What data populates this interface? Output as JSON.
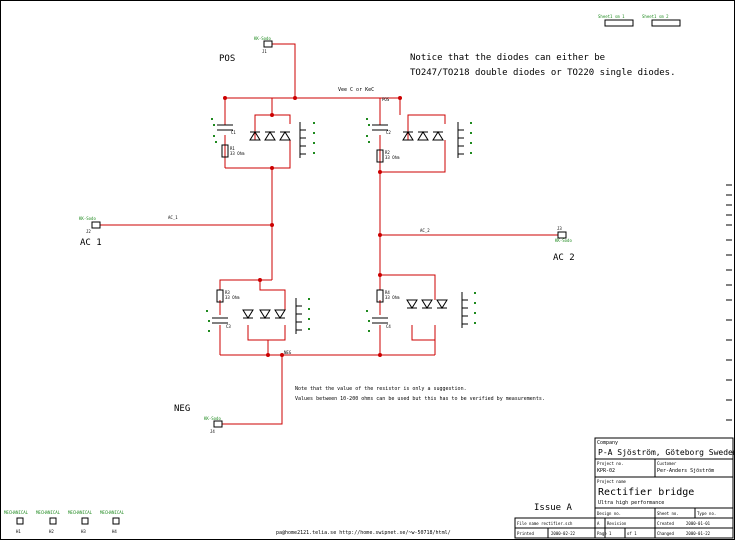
{
  "labels": {
    "pos": "POS",
    "neg": "NEG",
    "ac1": "AC 1",
    "ac2": "AC 2",
    "net_top": "Vee C or KeC",
    "net_ac1": "AC_1",
    "net_ac2": "AC_2",
    "net_neg": "NEG",
    "net_pos": "POS"
  },
  "notes": {
    "diodes_line1": "Notice that the diodes can either be",
    "diodes_line2": "TO247/TO218 double diodes or TO220 single diodes.",
    "resistor_line1": "Note that the value of the resistor is only a suggestion.",
    "resistor_line2": "Values between 10-200 ohms can be used but this has to be verified by measurements."
  },
  "components": {
    "c1": "C1",
    "c2": "C2",
    "c3": "C3",
    "c4": "C4",
    "r1": "R1",
    "r2": "R2",
    "r3": "R3",
    "r4": "R4",
    "rval": "33 Ohm",
    "conn": "KK-Sodo",
    "j1": "J1",
    "j2": "J2",
    "j3": "J3",
    "j4": "J4",
    "h_label": "MECHANICAL",
    "h1": "H1",
    "h2": "H2",
    "h3": "H3",
    "h4": "H4",
    "sheet_top1": "Sheet1 sm 1",
    "sheet_top2": "Sheet1 sm 2"
  },
  "footer": {
    "url": "pa@home2121.telia.se  http://home.swipnet.se/~w-50718/html/",
    "issue": "Issue A"
  },
  "title_block": {
    "company_label": "Company",
    "company": "P-A Sjöström, Göteborg Sweden",
    "project_no_label": "Project no.",
    "project_no": "KPR-02",
    "customer_label": "Customer",
    "customer": "Per-Anders Sjöström",
    "project_name_label": "Project name",
    "project_name": "Rectifier bridge",
    "subtitle": "Ultra high performance",
    "design_label": "Design no.",
    "design_value": "",
    "sheet_label": "Sheet no.",
    "type_label": "Type no.",
    "file_label": "File name rectifier.sch",
    "revision_label": "Revision",
    "revision": "A",
    "created_label": "Created",
    "created": "2000-01-01",
    "printed_label": "Printed",
    "printed": "2000-02-22",
    "page_label": "Page 1",
    "page_of": "of 1",
    "changed_label": "Changed",
    "changed": "2000-01-22"
  }
}
